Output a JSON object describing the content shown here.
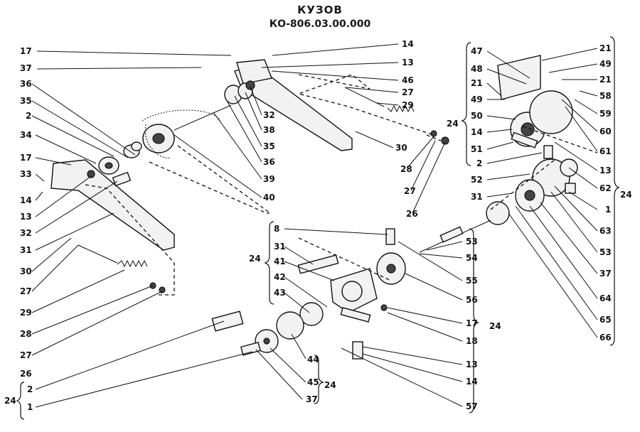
{
  "header": {
    "title": "КУЗОВ",
    "code": "КО-806.03.00.000"
  },
  "labels": {
    "l17a": "17",
    "l37a": "37",
    "l36a": "36",
    "l35a": "35",
    "l2a": "2",
    "l34": "34",
    "l17b": "17",
    "l33": "33",
    "l14a": "14",
    "l13a": "13",
    "l32a": "32",
    "l31a": "31",
    "l30a": "30",
    "l27a": "27",
    "l29a": "29",
    "l28a": "28",
    "l27b": "27",
    "l26a": "26",
    "l2b": "2",
    "l1a": "1",
    "l24a": "24",
    "l14b": "14",
    "l13b": "13",
    "l46": "46",
    "l27c": "27",
    "l29b": "29",
    "l30b": "30",
    "l28b": "28",
    "l27d": "27",
    "l26b": "26",
    "l32b": "32",
    "l38": "38",
    "l35b": "35",
    "l36b": "36",
    "l39": "39",
    "l40": "40",
    "l8": "8",
    "l24b": "24",
    "l31b": "31",
    "l41": "41",
    "l42": "42",
    "l43": "43",
    "l44": "44",
    "l45": "45",
    "l24c": "24",
    "l37b": "37",
    "l53a": "53",
    "l54": "54",
    "l55": "55",
    "l56": "56",
    "l17c": "17",
    "l24d": "24",
    "l18": "18",
    "l13c": "13",
    "l14c": "14",
    "l57": "57",
    "l47": "47",
    "l48": "48",
    "l21a": "21",
    "l49a": "49",
    "l50": "50",
    "l24e": "24",
    "l14d": "14",
    "l51": "51",
    "l2c": "2",
    "l52": "52",
    "l31c": "31",
    "l21b": "21",
    "l49b": "49",
    "l21c": "21",
    "l58": "58",
    "l59": "59",
    "l60": "60",
    "l61": "61",
    "l13d": "13",
    "l62": "62",
    "l24f": "24",
    "l1b": "1",
    "l63": "63",
    "l53b": "53",
    "l37c": "37",
    "l64": "64",
    "l65": "65",
    "l66": "66"
  }
}
